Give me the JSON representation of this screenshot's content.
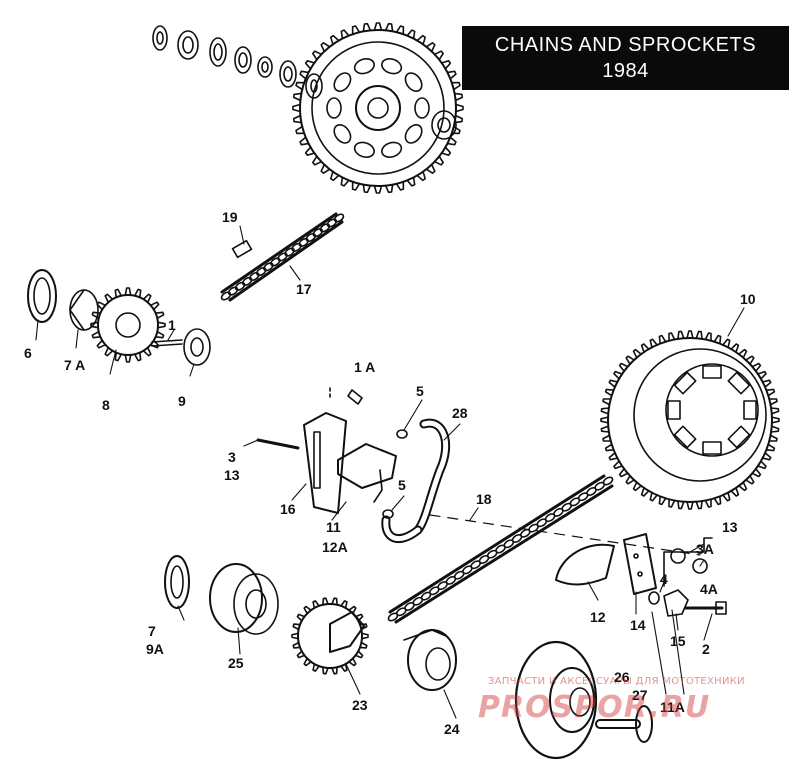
{
  "title": {
    "line1": "CHAINS AND SPROCKETS",
    "line2": "1984"
  },
  "labels": {
    "p1": "1",
    "p1a": "1 A",
    "p2": "2",
    "p3": "3",
    "p3a": "3A",
    "p4": "4",
    "p4a": "4A",
    "p5a": "5",
    "p5b": "5",
    "p6": "6",
    "p7a_left": "7 A",
    "p7": "7",
    "p9a": "9A",
    "p8": "8",
    "p9": "9",
    "p10": "10",
    "p11": "11",
    "p12a": "12A",
    "p11a": "11A",
    "p12": "12",
    "p13a": "13",
    "p13b": "13",
    "p14": "14",
    "p15": "15",
    "p16": "16",
    "p17": "17",
    "p18": "18",
    "p19": "19",
    "p23": "23",
    "p24": "24",
    "p25": "25",
    "p26": "26",
    "p27": "27",
    "p28": "28"
  },
  "watermark": {
    "small": "ЗАПЧАСТИ И АКСЕССУАРЫ ДЛЯ МОТОТЕХНИКИ",
    "big": "PROSPOR.RU"
  }
}
